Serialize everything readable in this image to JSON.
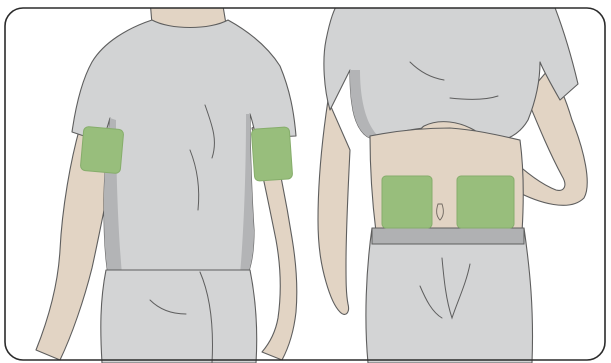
{
  "colors": {
    "background": "#ffffff",
    "frame_border": "#2b2b2b",
    "shirt": "#d2d3d4",
    "shirt_shade": "#b3b4b6",
    "shirt_dark": "#9d9ea0",
    "pants": "#d3d4d5",
    "pants_shade": "#b0b1b3",
    "skin": "#e2d4c4",
    "skin_line": "#6f675f",
    "outline": "#5e5e5e",
    "injection_site": "#98be7c",
    "injection_site_border": "#86ad6b"
  },
  "figures": {
    "back_view": {
      "injection_sites": [
        "left-upper-arm",
        "right-upper-arm"
      ]
    },
    "front_view": {
      "injection_sites": [
        "abdomen-left",
        "abdomen-right"
      ]
    }
  }
}
